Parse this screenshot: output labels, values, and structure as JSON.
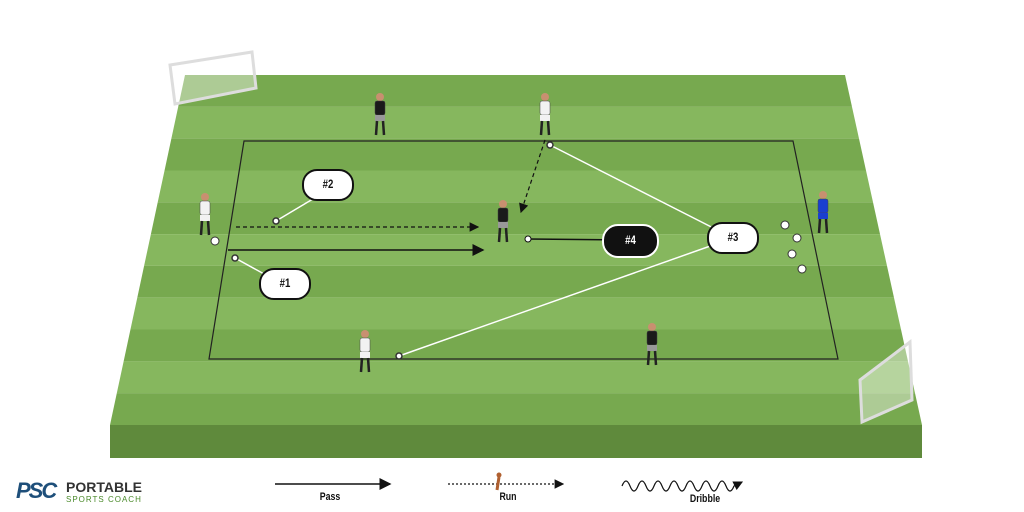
{
  "callouts": [
    {
      "id": "1",
      "label": "#1"
    },
    {
      "id": "2",
      "label": "#2"
    },
    {
      "id": "3",
      "label": "#3"
    },
    {
      "id": "4",
      "label": "#4"
    }
  ],
  "legend": {
    "pass": "Pass",
    "run": "Run",
    "dribble": "Dribble"
  },
  "logo": {
    "mark": "PSC",
    "name": "PORTABLE",
    "sub": "SPORTS COACH"
  },
  "colors": {
    "grass_light": "#86b75e",
    "grass_dark": "#77a94f",
    "side": "#5f8a3c",
    "keeper": "#1a3fd0",
    "team_dark": "#1a1a1a",
    "team_light": "#f2f2f2"
  }
}
